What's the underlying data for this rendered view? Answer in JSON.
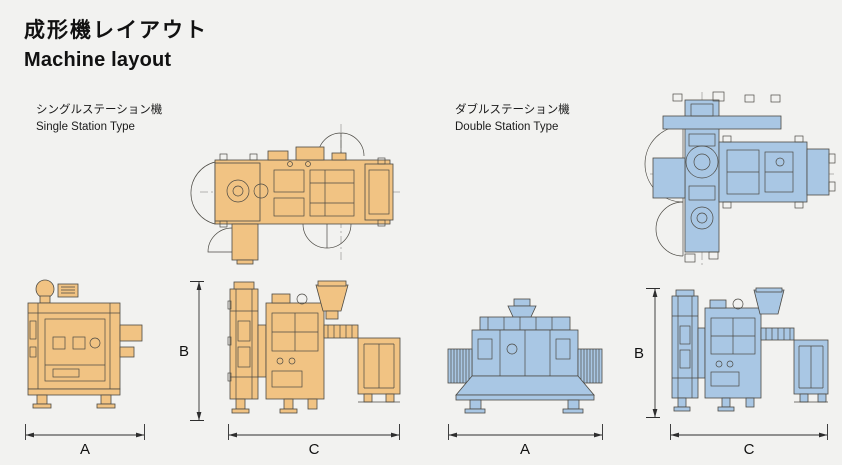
{
  "page": {
    "title_ja": "成形機レイアウト",
    "title_en": "Machine layout"
  },
  "single": {
    "label_ja": "シングルステーション機",
    "label_en": "Single Station Type",
    "dim_a": "A",
    "dim_b": "B",
    "dim_c": "C"
  },
  "double": {
    "label_ja": "ダブルステーション機",
    "label_en": "Double Station Type",
    "dim_a": "A",
    "dim_b": "B",
    "dim_c": "C"
  },
  "colors": {
    "background": "#f2f2f0",
    "single_fill": "#f1c383",
    "double_fill": "#a9c7e4",
    "outline": "#4c4a44",
    "dim_color": "#2e2e2e"
  }
}
